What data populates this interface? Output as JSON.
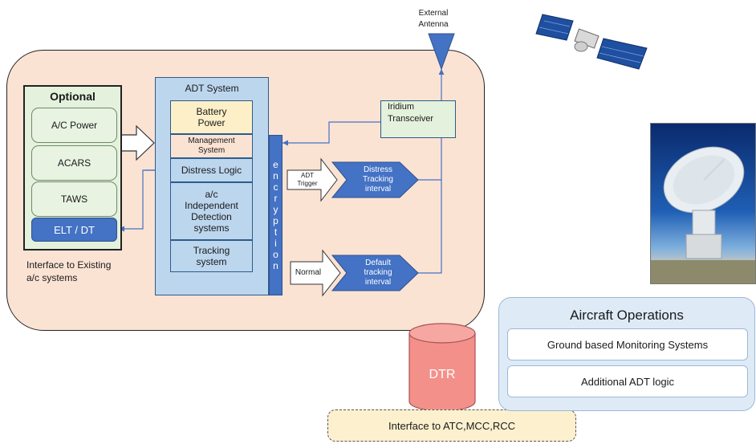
{
  "optional": {
    "title": "Optional",
    "items": [
      "A/C Power",
      "ACARS",
      "TAWS"
    ],
    "elt": "ELT / DT",
    "caption_line1": "Interface to Existing",
    "caption_line2": "a/c systems"
  },
  "adt": {
    "title": "ADT System",
    "battery_line1": "Battery",
    "battery_line2": "Power",
    "mgmt_line1": "Management",
    "mgmt_line2": "System",
    "distress_logic": "Distress Logic",
    "detect_line1": "a/c",
    "detect_line2": "Independent",
    "detect_line3": "Detection",
    "detect_line4": "systems",
    "tracking_line1": "Tracking",
    "tracking_line2": "system",
    "encryption_letters": [
      "e",
      "n",
      "c",
      "r",
      "y",
      "p",
      "t",
      "i",
      "o",
      "n"
    ]
  },
  "iridium": {
    "line1": "Iridium",
    "line2": "Transceiver"
  },
  "antenna": {
    "line1": "External",
    "line2": "Antenna"
  },
  "trigger": {
    "line1": "ADT",
    "line2": "Trigger"
  },
  "distress_interval": {
    "line1": "Distress",
    "line2": "Tracking",
    "line3": "interval"
  },
  "normal": "Normal",
  "default_interval": {
    "line1": "Default",
    "line2": "tracking",
    "line3": "interval"
  },
  "dtr": "DTR",
  "interface_atc": "Interface to ATC,MCC,RCC",
  "aircraft_ops": {
    "title": "Aircraft Operations",
    "items": [
      "Ground based Monitoring Systems",
      "Additional ADT logic"
    ]
  },
  "colors": {
    "region_fill": "#fbe3d4",
    "optional_fill": "#e4f1dc",
    "adt_fill": "#bcd6ee",
    "battery_fill": "#fdf0c8",
    "accent_blue": "#4472c4",
    "dtr_fill": "#f4908a",
    "ops_fill": "#deebf7",
    "interface_fill": "#fdf0cf"
  },
  "icons": [
    "satellite-icon",
    "satellite-dish-photo",
    "antenna-icon"
  ]
}
